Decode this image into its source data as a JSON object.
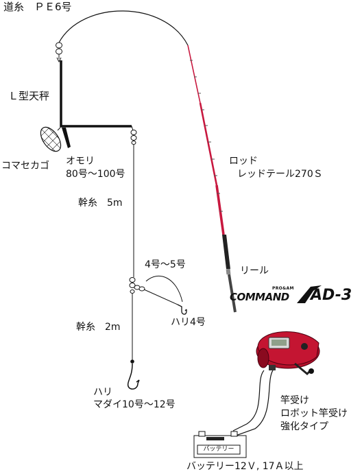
{
  "labels": {
    "main_line": "道糸　ＰＥ6号",
    "tenbin": "Ｌ型天秤",
    "komase": "コマセカゴ",
    "omori_1": "オモリ",
    "omori_2": "80号～100号",
    "trunk_upper": "幹糸　5m",
    "branch": "4号～5号",
    "hook_small": "ハリ4号",
    "trunk_lower": "幹糸　2m",
    "hook_main_1": "ハリ",
    "hook_main_2": "マダイ10号～12号",
    "rod_1": "ロッド",
    "rod_2": "レッドテール270Ｓ",
    "reel": "リール",
    "holder_1": "竿受け",
    "holder_2": "ロボット竿受け",
    "holder_3": "強化タイプ",
    "battery_box": "バッテリー",
    "battery": "バッテリー12Ｖ, 17Ａ以上"
  },
  "logo": {
    "pro": "PRO&AM",
    "command": "COMMAND",
    "model": "AD-3"
  },
  "colors": {
    "rod": "#c8183f",
    "reel_body": "#b3102a",
    "line": "#111111"
  },
  "icons": [
    "swivel-icon",
    "komase-basket-icon",
    "hook-icon",
    "reel-icon",
    "battery-icon"
  ]
}
